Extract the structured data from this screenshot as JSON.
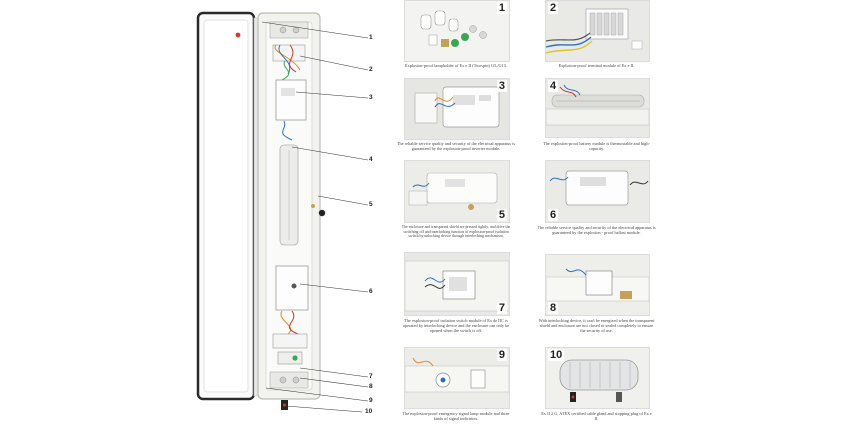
{
  "callouts": [
    "1",
    "2",
    "3",
    "4",
    "5",
    "6",
    "7",
    "8",
    "9",
    "10"
  ],
  "panels": [
    {
      "number": "1",
      "caption": "Explosion-proof lampholder of Ex e II (Twospin) G5,/G13."
    },
    {
      "number": "2",
      "caption": "Explosion-proof terminal module of Ex e II."
    },
    {
      "number": "3",
      "caption": "The reliable service quality and security of the electrical apparatus is guaranteed by the explosion-proof inverter module."
    },
    {
      "number": "4",
      "caption": "The explosion-proof battery module is thermostable and high-capacity."
    },
    {
      "number": "5",
      "caption": "The enclosure and transparent shield are pressed tightly, and drive the switching off and interlocking function of explosion-proof isolation switch by unlocking device through interlocking mechanism."
    },
    {
      "number": "6",
      "caption": "The reliable service quality and security of the electrical apparatus is guaranteed by the explosion - proof ballast module."
    },
    {
      "number": "7",
      "caption": "The explosion-proof isolation switch module of Ex de IIC is operated by interlocking device and the enclosure can only be opened when the switch is off."
    },
    {
      "number": "8",
      "caption": "With interlocking device, it can't be energized when the transparent shield and enclosure are not closed or sealed completely to ensure the security of use."
    },
    {
      "number": "9",
      "caption": "The explosion-proof emergency signal lamp module and three kinds of signal indicators."
    },
    {
      "number": "10",
      "caption": "Ex II 2 G, ATEX certified cable gland and stopping plug of Ex e II."
    }
  ]
}
